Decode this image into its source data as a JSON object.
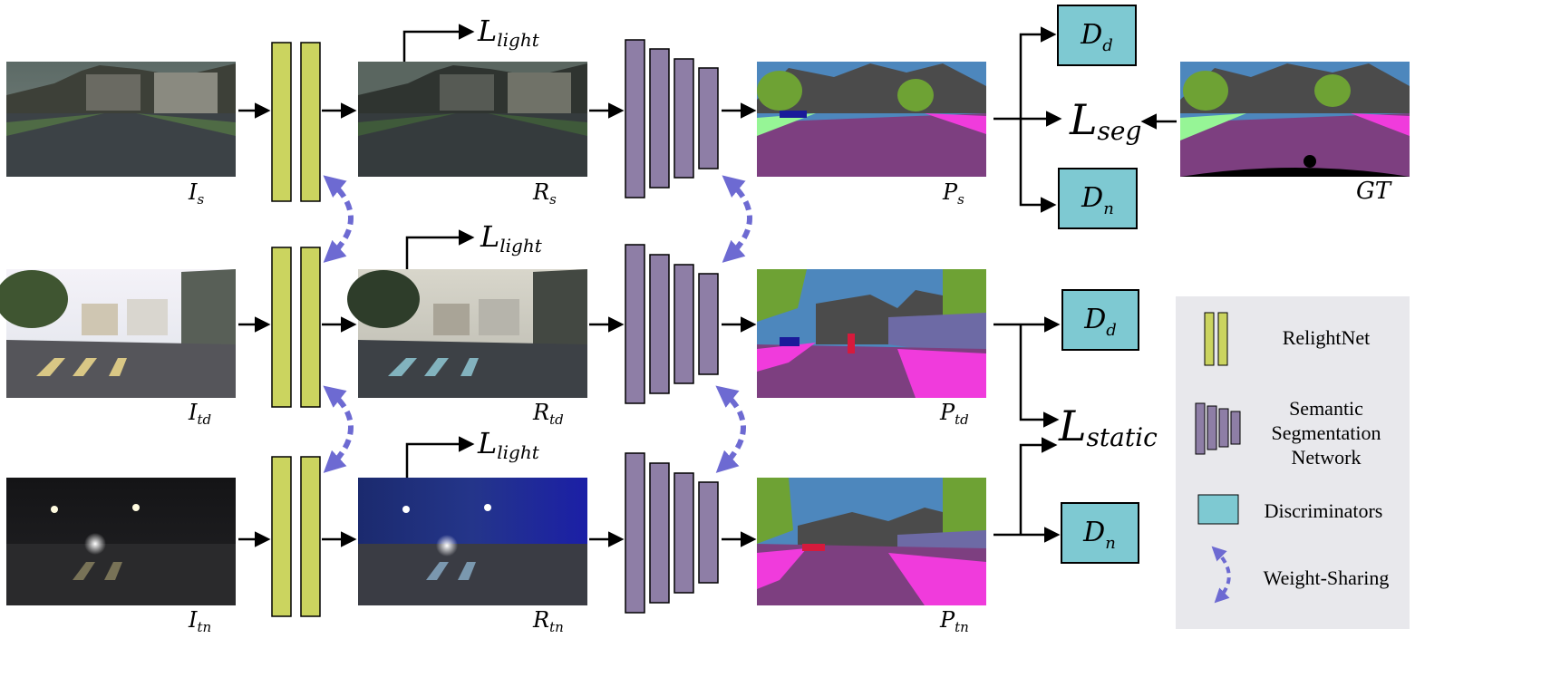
{
  "colors": {
    "relightnet": "#cbd45f",
    "segnet": "#8e7ea6",
    "discriminator": "#7ec9d2",
    "weight_sharing": "#6d6ad2",
    "legend_bg": "#e8e8ec",
    "seg_road": "#7d3f80",
    "seg_sky": "#4d87bd",
    "seg_building": "#4b4b4b",
    "seg_vegetation": "#6ea234",
    "seg_sidewalk": "#f03bdc",
    "seg_terrain": "#96f596",
    "seg_wall": "#6d6aa5",
    "seg_car": "#1a1a9a",
    "seg_person": "#d61a3c"
  },
  "rows": [
    {
      "id": "source",
      "input": {
        "base": "I",
        "sub": "s",
        "scene": "day-dim"
      },
      "relit": {
        "base": "R",
        "sub": "s"
      },
      "pred": {
        "base": "P",
        "sub": "s"
      },
      "loss_light": {
        "base": "L",
        "sub": "light"
      }
    },
    {
      "id": "target-day",
      "input": {
        "base": "I",
        "sub": "td",
        "scene": "day-bright"
      },
      "relit": {
        "base": "R",
        "sub": "td"
      },
      "pred": {
        "base": "P",
        "sub": "td"
      },
      "loss_light": {
        "base": "L",
        "sub": "light"
      }
    },
    {
      "id": "target-night",
      "input": {
        "base": "I",
        "sub": "tn",
        "scene": "night"
      },
      "relit": {
        "base": "R",
        "sub": "tn"
      },
      "pred": {
        "base": "P",
        "sub": "tn"
      },
      "loss_light": {
        "base": "L",
        "sub": "light"
      }
    }
  ],
  "discriminators": [
    {
      "base": "D",
      "sub": "d"
    },
    {
      "base": "D",
      "sub": "n"
    },
    {
      "base": "D",
      "sub": "d"
    },
    {
      "base": "D",
      "sub": "n"
    }
  ],
  "losses": {
    "seg": {
      "base": "L",
      "sub": "seg"
    },
    "static": {
      "base": "L",
      "sub": "static"
    }
  },
  "gt": {
    "label": "GT"
  },
  "legend": {
    "relightnet": "RelightNet",
    "segnet_line1": "Semantic",
    "segnet_line2": "Segmentation",
    "segnet_line3": "Network",
    "discriminators": "Discriminators",
    "weight_sharing": "Weight-Sharing"
  }
}
